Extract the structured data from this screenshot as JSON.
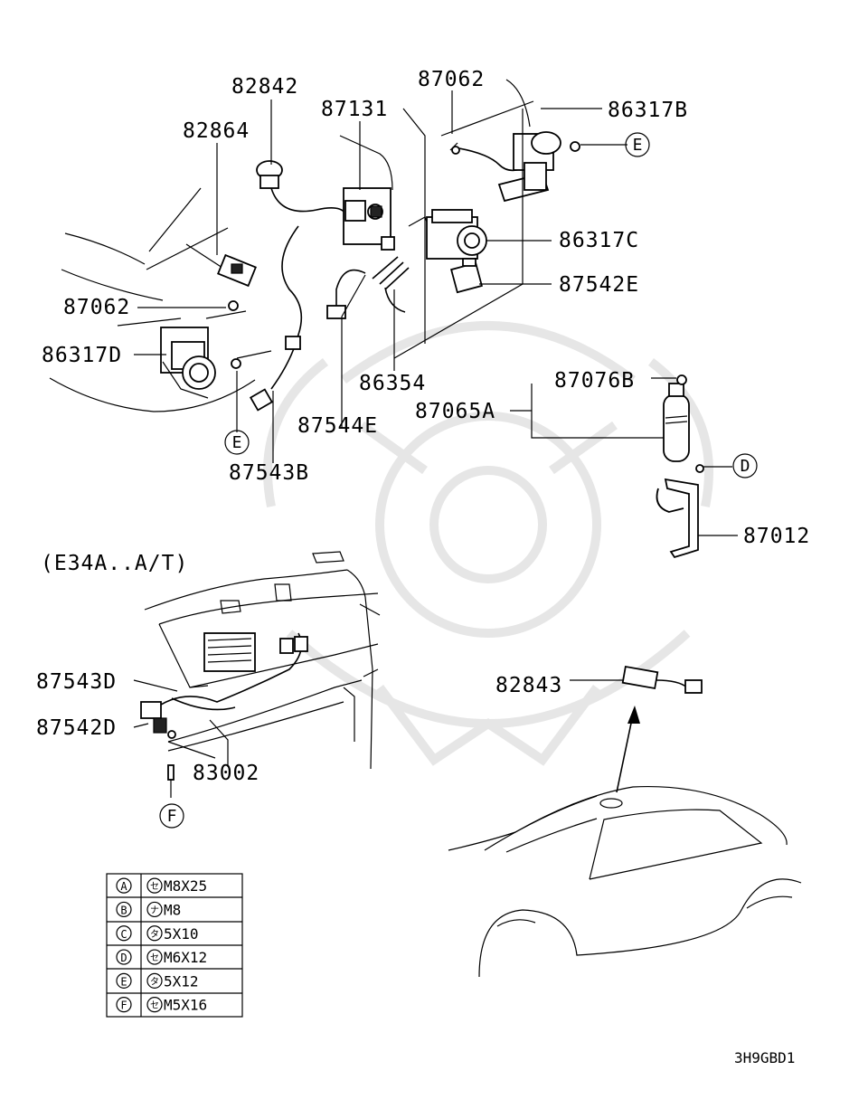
{
  "labels": {
    "p82842": "82842",
    "p87131": "87131",
    "p87062_top": "87062",
    "p86317B": "86317B",
    "p82864": "82864",
    "p86317C": "86317C",
    "p87062_left": "87062",
    "p87542E": "87542E",
    "p86317D": "86317D",
    "p86354": "86354",
    "p87076B": "87076B",
    "p87065A": "87065A",
    "p87544E": "87544E",
    "p87543B": "87543B",
    "p87012": "87012",
    "p87543D": "87543D",
    "p87542D": "87542D",
    "p83002": "83002",
    "p82843": "82843",
    "variant_note": "(E34A..A/T)",
    "diagram_code": "3H9GBD1"
  },
  "callouts": {
    "E_top": "E",
    "E_left": "E",
    "D": "D",
    "F": "F"
  },
  "fastener_table": [
    {
      "key": "A",
      "spec": "M8X25",
      "mark": "セ"
    },
    {
      "key": "B",
      "spec": "M8",
      "mark": "ナ"
    },
    {
      "key": "C",
      "spec": "5X10",
      "mark": "タ"
    },
    {
      "key": "D",
      "spec": "M6X12",
      "mark": "セ"
    },
    {
      "key": "E",
      "spec": "5X12",
      "mark": "タ"
    },
    {
      "key": "F",
      "spec": "M5X16",
      "mark": "セ"
    }
  ]
}
